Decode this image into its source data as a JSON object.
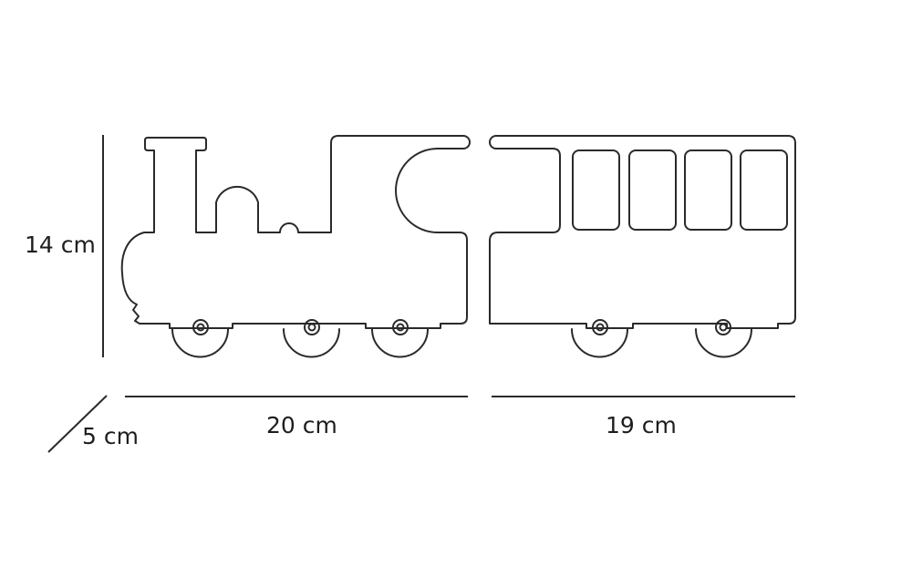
{
  "dimensions": {
    "height": "14 cm",
    "depth": "5 cm",
    "locomotive_length": "20 cm",
    "wagon_length": "19 cm"
  },
  "colors": {
    "line": "#2a2a2a",
    "text": "#1e1e1e",
    "background": "#ffffff"
  }
}
